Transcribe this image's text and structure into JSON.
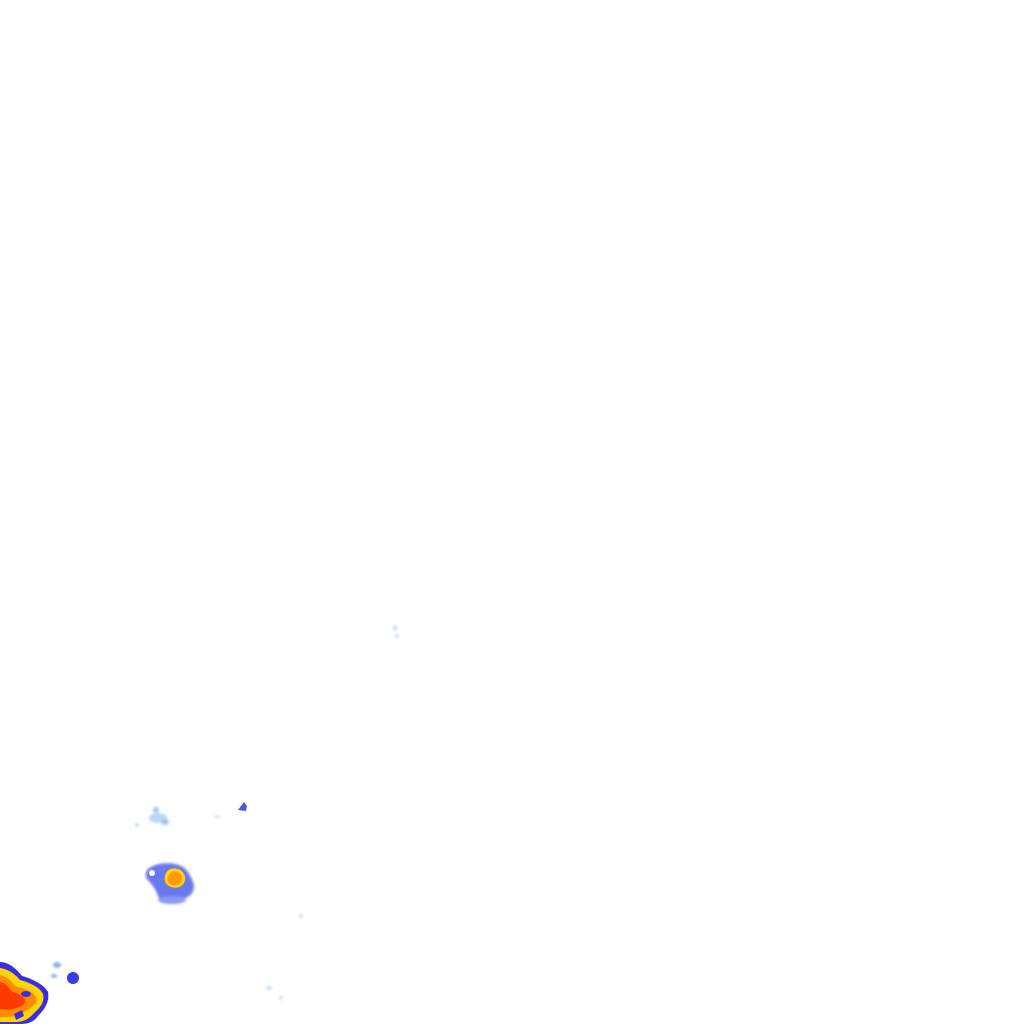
{
  "map": {
    "palette": {
      "background": "#ffffff",
      "light": "#b9d6f5",
      "light_blue": "#7fb2ee",
      "blue": "#5a6ff0",
      "deep_blue": "#2e2ee0",
      "yellow": "#ffd400",
      "orange": "#ff8a00",
      "red": "#ff2a00"
    },
    "echoes": [
      "speck-near-center",
      "cluster-left",
      "streak-left",
      "blip-upper",
      "storm-cell-middle",
      "speck-right",
      "blob-small-blue",
      "specks-bottom",
      "storm-cell-corner"
    ]
  }
}
